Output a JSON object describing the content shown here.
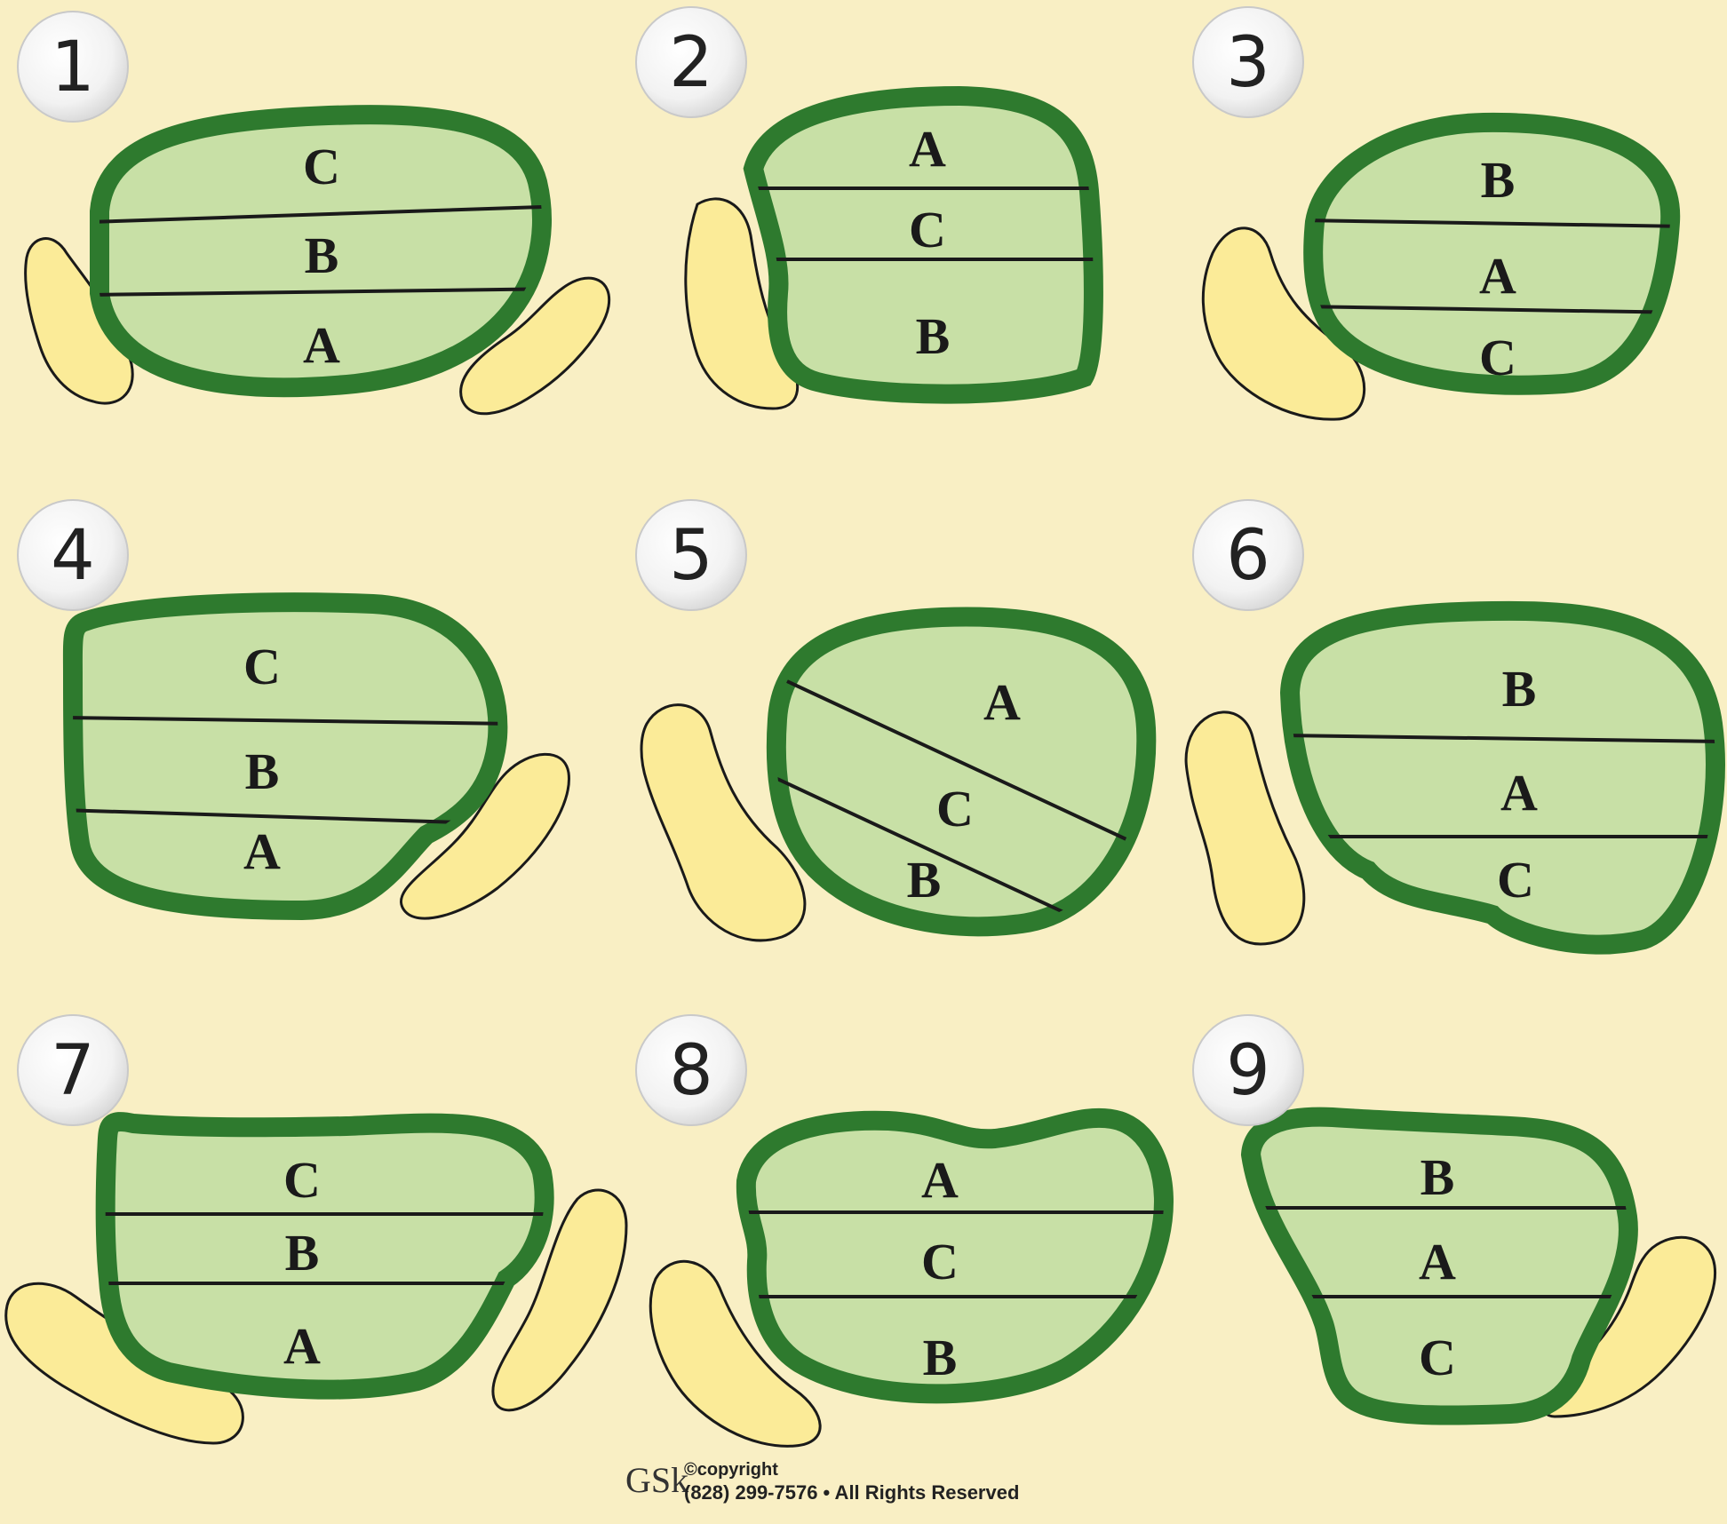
{
  "colors": {
    "background": "#f9efc4",
    "green_fringe": "#2e7a2e",
    "green_surface": "#c8e0a6",
    "bunker": "#fbeb98",
    "outline": "#1a1a1a",
    "ball": "#ffffff"
  },
  "holes": [
    {
      "number": "1",
      "zones": [
        "C",
        "B",
        "A"
      ]
    },
    {
      "number": "2",
      "zones": [
        "A",
        "C",
        "B"
      ]
    },
    {
      "number": "3",
      "zones": [
        "B",
        "A",
        "C"
      ]
    },
    {
      "number": "4",
      "zones": [
        "C",
        "B",
        "A"
      ]
    },
    {
      "number": "5",
      "zones": [
        "A",
        "C",
        "B"
      ]
    },
    {
      "number": "6",
      "zones": [
        "B",
        "A",
        "C"
      ]
    },
    {
      "number": "7",
      "zones": [
        "C",
        "B",
        "A"
      ]
    },
    {
      "number": "8",
      "zones": [
        "A",
        "C",
        "B"
      ]
    },
    {
      "number": "9",
      "zones": [
        "B",
        "A",
        "C"
      ]
    }
  ],
  "footer": {
    "logo": "GSk",
    "copyright": "©copyright",
    "contact": "(828) 299-7576 • All Rights Reserved"
  }
}
